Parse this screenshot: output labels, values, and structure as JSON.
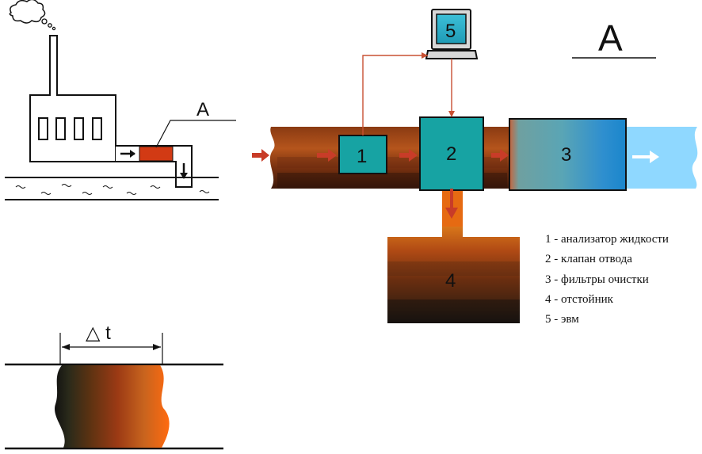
{
  "colors": {
    "pipe_dark": "#3a1a0c",
    "pipe_brown": "#8b3a14",
    "pipe_orange": "#e0781e",
    "teal": "#17a3a3",
    "red_arrow": "#c83c28",
    "clean_water": "#8fd8ff",
    "control_line": "#c85032"
  },
  "plant": {
    "detail_label": "А"
  },
  "detail": {
    "title": "А"
  },
  "blocks": [
    {
      "number": "1"
    },
    {
      "number": "2"
    },
    {
      "number": "3"
    },
    {
      "number": "4"
    },
    {
      "number": "5"
    }
  ],
  "legend": [
    "1 - анализатор жидкости",
    "2 - клапан отвода",
    "3 - фильтры очистки",
    "4 - отстойник",
    "5 - эвм"
  ],
  "slug": {
    "label": "△ t"
  }
}
